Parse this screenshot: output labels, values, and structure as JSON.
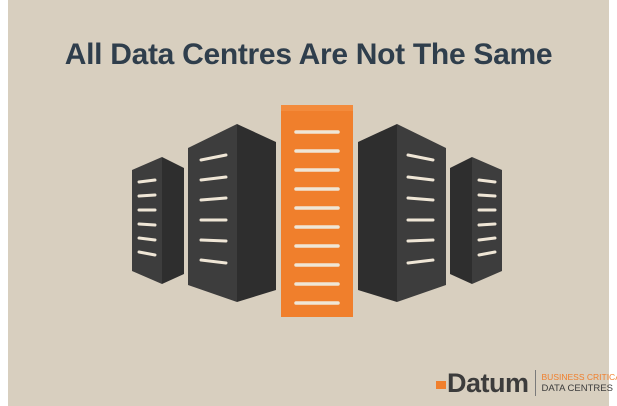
{
  "headline": "All Data Centres Are Not The Same",
  "logo": {
    "wordmark": "Datum",
    "tagline_top": "BUSINESS CRITICAL",
    "tagline_bottom": "DATA CENTRES"
  },
  "colors": {
    "background": "#d8cfbf",
    "headline": "#2f3e4c",
    "server_dark": "#3d3d3d",
    "server_accent": "#f07f2c",
    "slot_light": "#efe6d6"
  },
  "icons": [
    "server-rack-icon",
    "server-rack-highlighted-icon"
  ]
}
